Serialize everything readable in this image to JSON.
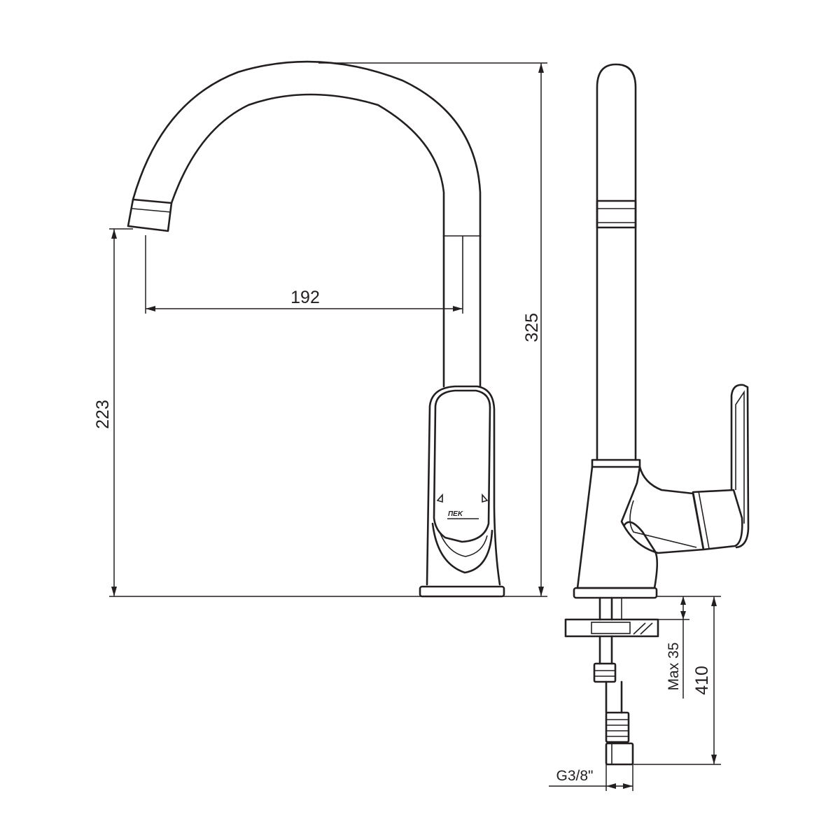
{
  "dimensions": {
    "spout_reach": "192",
    "outlet_height": "223",
    "total_height": "325",
    "max_countertop": "Max 35",
    "hose_length": "410",
    "thread_size": "G3/8\""
  },
  "logo_text": "ΠΕΚ"
}
